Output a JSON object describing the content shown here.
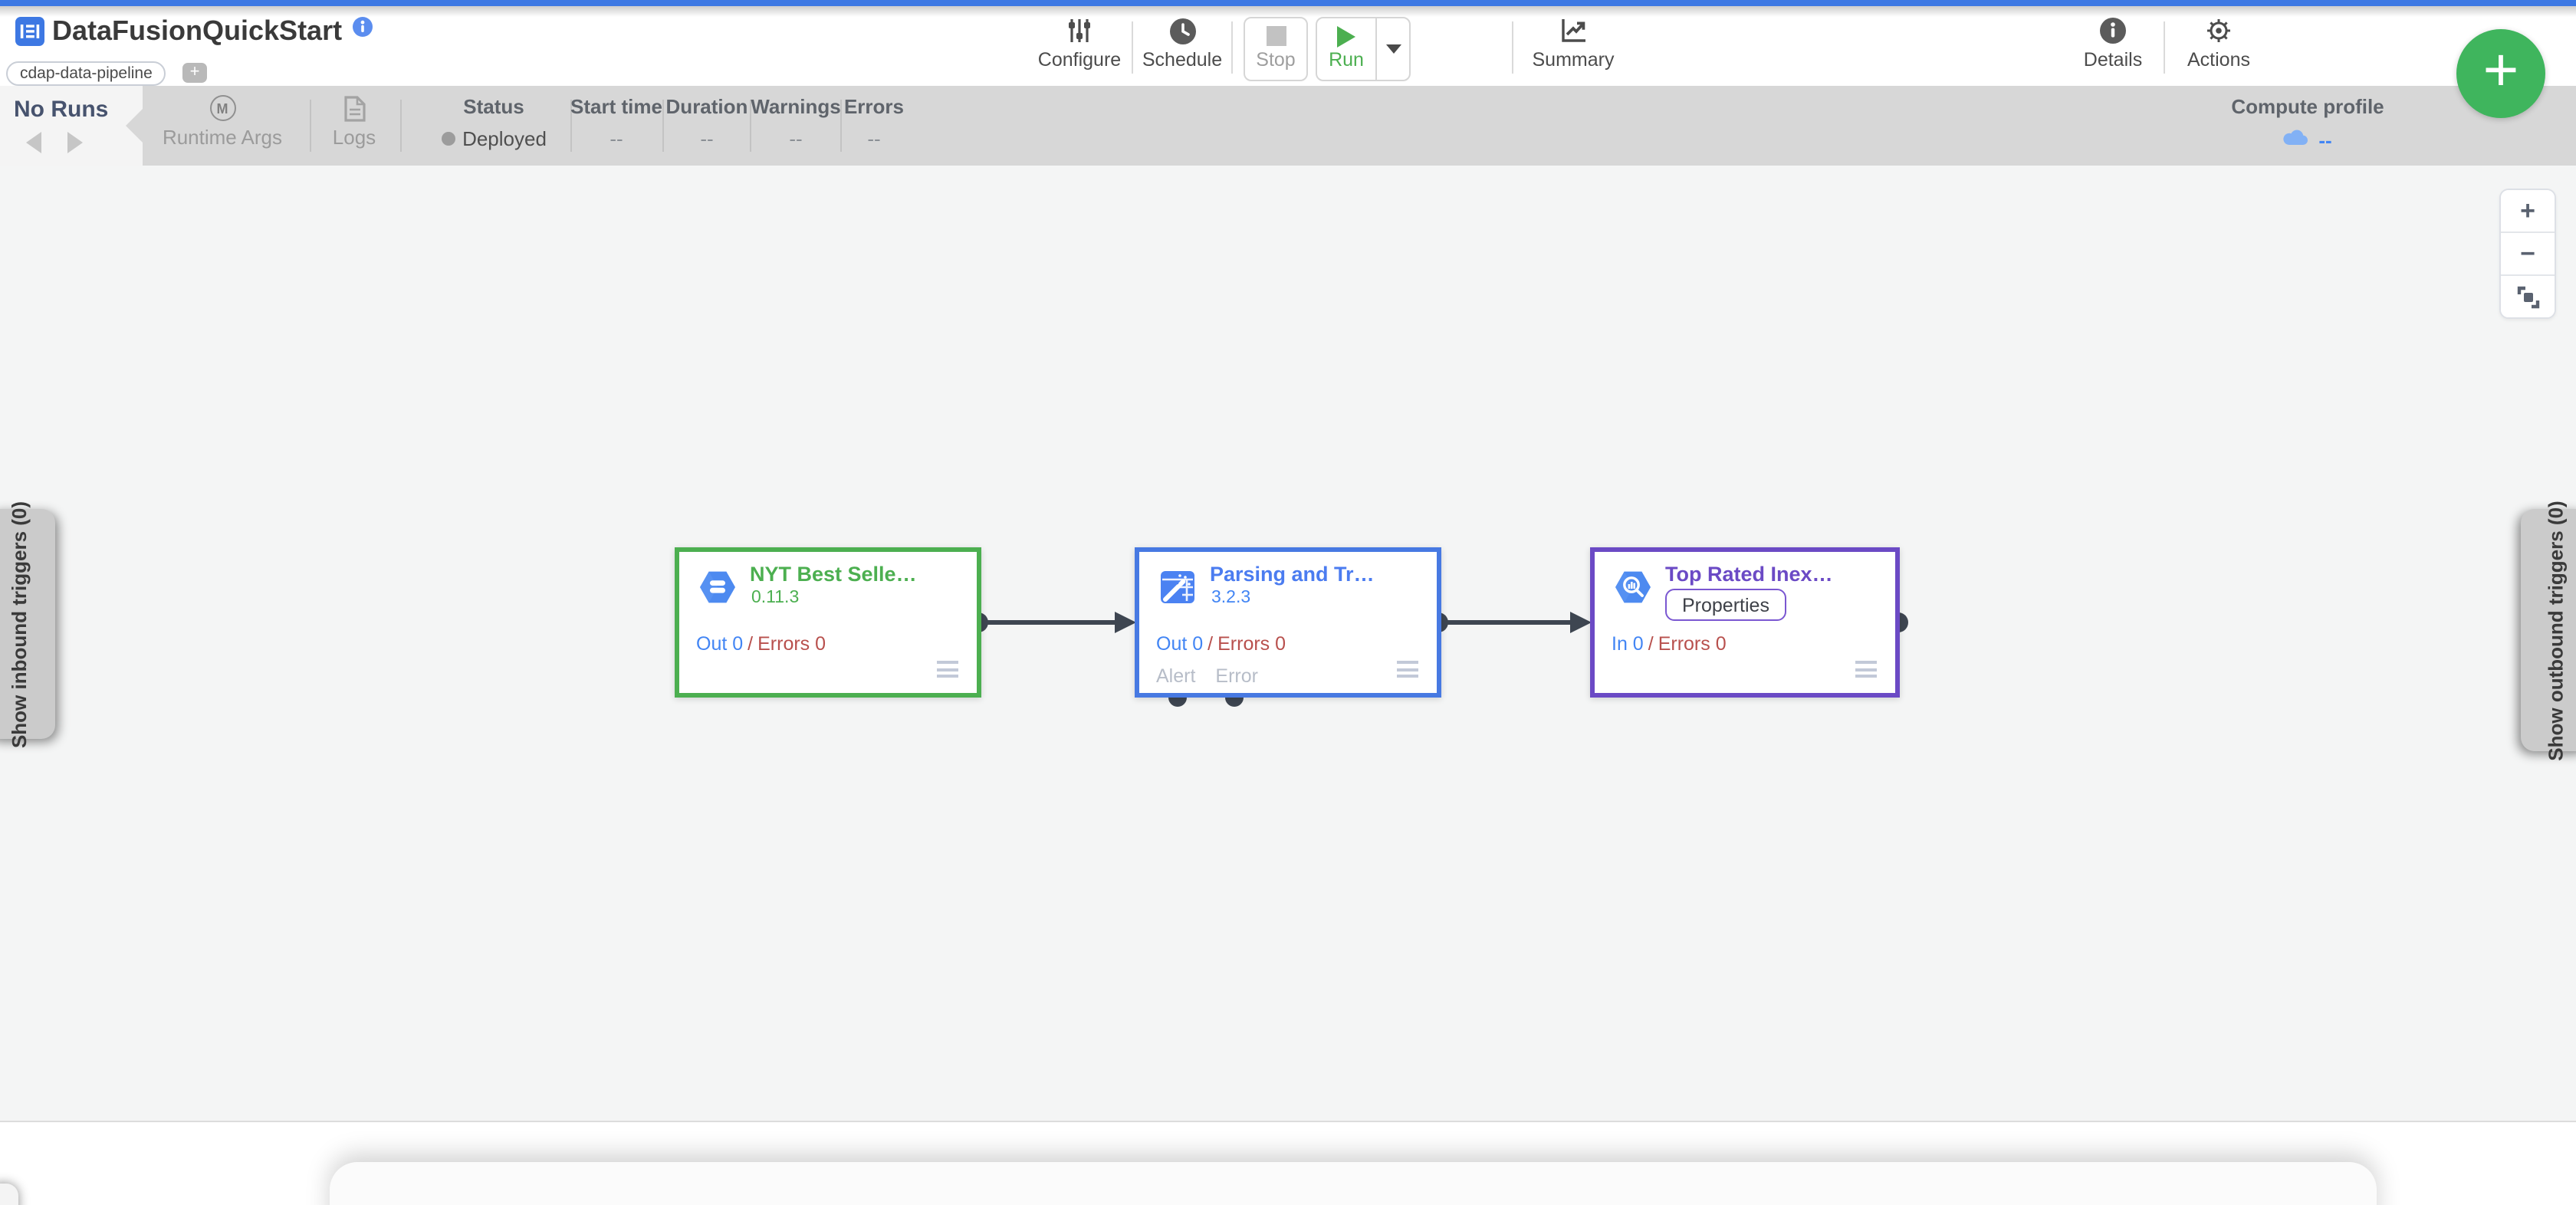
{
  "header": {
    "app_title": "DataFusionQuickStart",
    "pipeline_tag": "cdap-data-pipeline",
    "add_tag": "+",
    "configure": "Configure",
    "schedule": "Schedule",
    "stop": "Stop",
    "run": "Run",
    "summary": "Summary",
    "details": "Details",
    "actions": "Actions"
  },
  "runbar": {
    "no_runs": "No Runs",
    "runtime_args": "Runtime Args",
    "runtime_args_badge": "M",
    "logs": "Logs",
    "status_label": "Status",
    "status_value": "Deployed",
    "stats": [
      {
        "label": "Start time",
        "value": "--"
      },
      {
        "label": "Duration",
        "value": "--"
      },
      {
        "label": "Warnings",
        "value": "--"
      },
      {
        "label": "Errors",
        "value": "--"
      }
    ],
    "compute_profile_label": "Compute profile",
    "compute_profile_value": "--"
  },
  "canvas": {
    "nodes": [
      {
        "title": "NYT Best Selle…",
        "version": "0.11.3",
        "out_metric": "Out 0",
        "metric_divider": "/",
        "errors_metric": "Errors 0"
      },
      {
        "title": "Parsing and Tr…",
        "version": "3.2.3",
        "out_metric": "Out 0",
        "metric_divider": "/",
        "errors_metric": "Errors 0",
        "alert_port": "Alert",
        "error_port": "Error"
      },
      {
        "title": "Top Rated Inex…",
        "properties_button": "Properties",
        "out_metric": "In 0",
        "metric_divider": "/",
        "errors_metric": "Errors 0"
      }
    ],
    "inbound_triggers_tab": "Show inbound triggers (0)",
    "outbound_triggers_tab": "Show outbound triggers (0)",
    "zoom_in": "+",
    "zoom_out": "−",
    "fab": "+"
  },
  "colors": {
    "top_strip": "#3d78e3",
    "run_green": "#4caf50",
    "fab_green": "#3fb55d",
    "node_source_accent": "#4caf50",
    "node_transform_accent": "#4779e2",
    "node_sink_accent": "#6b4ac5",
    "metric_blue": "#4285f4",
    "metric_red": "#b8504d",
    "port_dark": "#3e4651"
  }
}
